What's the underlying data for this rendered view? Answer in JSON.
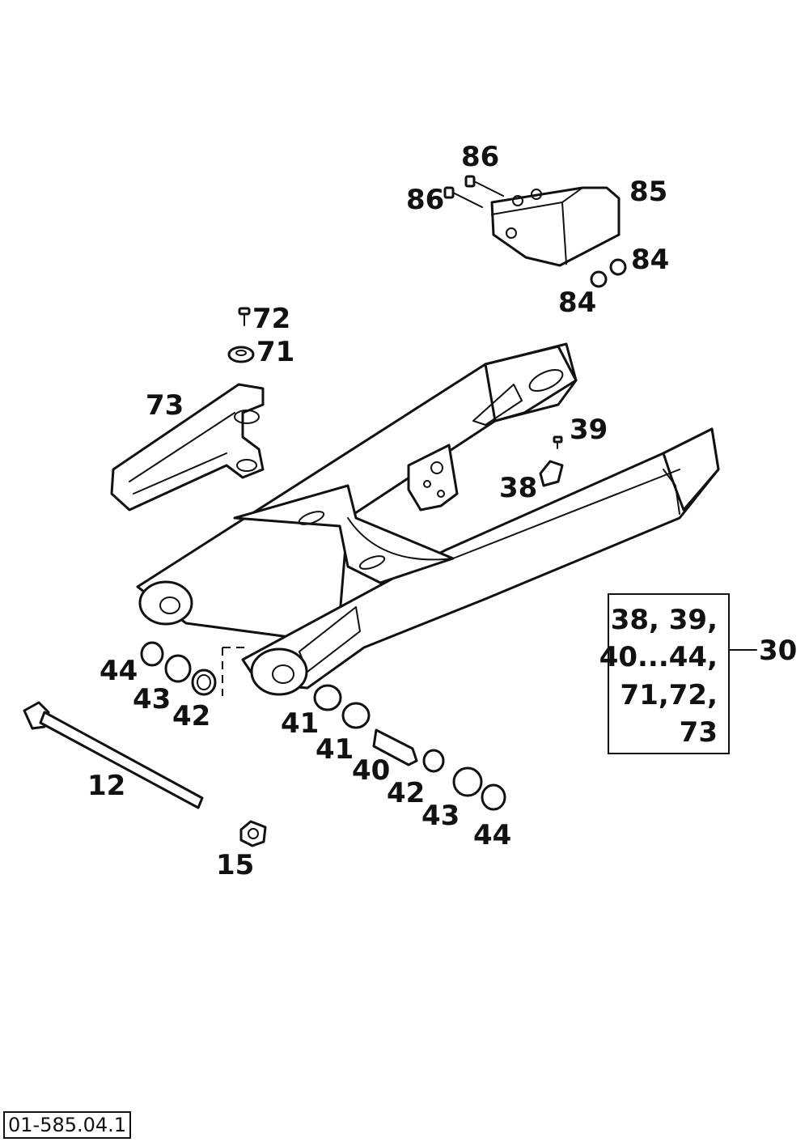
{
  "diagram": {
    "callouts": [
      {
        "id": "c86a",
        "text": "86"
      },
      {
        "id": "c86b",
        "text": "86"
      },
      {
        "id": "c85",
        "text": "85"
      },
      {
        "id": "c84a",
        "text": "84"
      },
      {
        "id": "c84b",
        "text": "84"
      },
      {
        "id": "c72",
        "text": "72"
      },
      {
        "id": "c71",
        "text": "71"
      },
      {
        "id": "c73",
        "text": "73"
      },
      {
        "id": "c39",
        "text": "39"
      },
      {
        "id": "c38",
        "text": "38"
      },
      {
        "id": "c44a",
        "text": "44"
      },
      {
        "id": "c43a",
        "text": "43"
      },
      {
        "id": "c42a",
        "text": "42"
      },
      {
        "id": "c41a",
        "text": "41"
      },
      {
        "id": "c41b",
        "text": "41"
      },
      {
        "id": "c40",
        "text": "40"
      },
      {
        "id": "c42b",
        "text": "42"
      },
      {
        "id": "c43b",
        "text": "43"
      },
      {
        "id": "c44b",
        "text": "44"
      },
      {
        "id": "c12",
        "text": "12"
      },
      {
        "id": "c15",
        "text": "15"
      },
      {
        "id": "c30",
        "text": "30"
      }
    ],
    "kit_box": {
      "lines": [
        "38, 39,",
        "40...44,",
        "71,72,",
        "73"
      ]
    },
    "drawing_code": "01-585.04.1"
  }
}
